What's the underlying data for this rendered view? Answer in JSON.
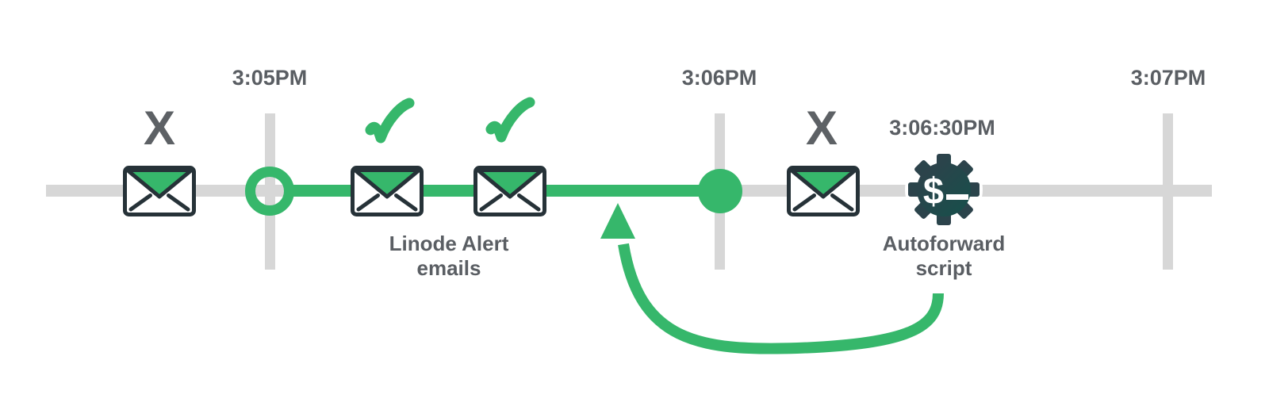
{
  "colors": {
    "green": "#36b76b",
    "track_gray": "#d7d7d7",
    "text_gray": "#5a5e63",
    "envelope_outline": "#263238",
    "gear_gradient_start": "#31404b",
    "gear_gradient_end": "#14514b",
    "icon_white": "#ffffff"
  },
  "timeline": {
    "tick_labels": [
      "3:05PM",
      "3:06PM",
      "3:07PM"
    ]
  },
  "events": [
    {
      "id": "email-blocked-before-305",
      "icon": "envelope-icon",
      "status": "failed",
      "marker": "X"
    },
    {
      "id": "alert-email-1",
      "icon": "envelope-icon",
      "status": "delivered"
    },
    {
      "id": "alert-email-2",
      "icon": "envelope-icon",
      "status": "delivered"
    },
    {
      "id": "email-blocked-after-306",
      "icon": "envelope-icon",
      "status": "failed",
      "marker": "X"
    },
    {
      "id": "autoforward-script",
      "icon": "gear-dollar-icon",
      "time": "3:06:30PM",
      "glyph": "$"
    }
  ],
  "labels": {
    "alert_emails": {
      "line1": "Linode Alert",
      "line2": "emails"
    },
    "autoforward": {
      "line1": "Autoforward",
      "line2": "script"
    }
  },
  "icons": {
    "delivered": "checkmark-icon",
    "failed": "x-mark",
    "email": "envelope-icon",
    "script": "gear-dollar-icon",
    "feedback": "curved-arrow-icon",
    "segment_start": "ring-marker",
    "segment_end": "dot-marker"
  }
}
